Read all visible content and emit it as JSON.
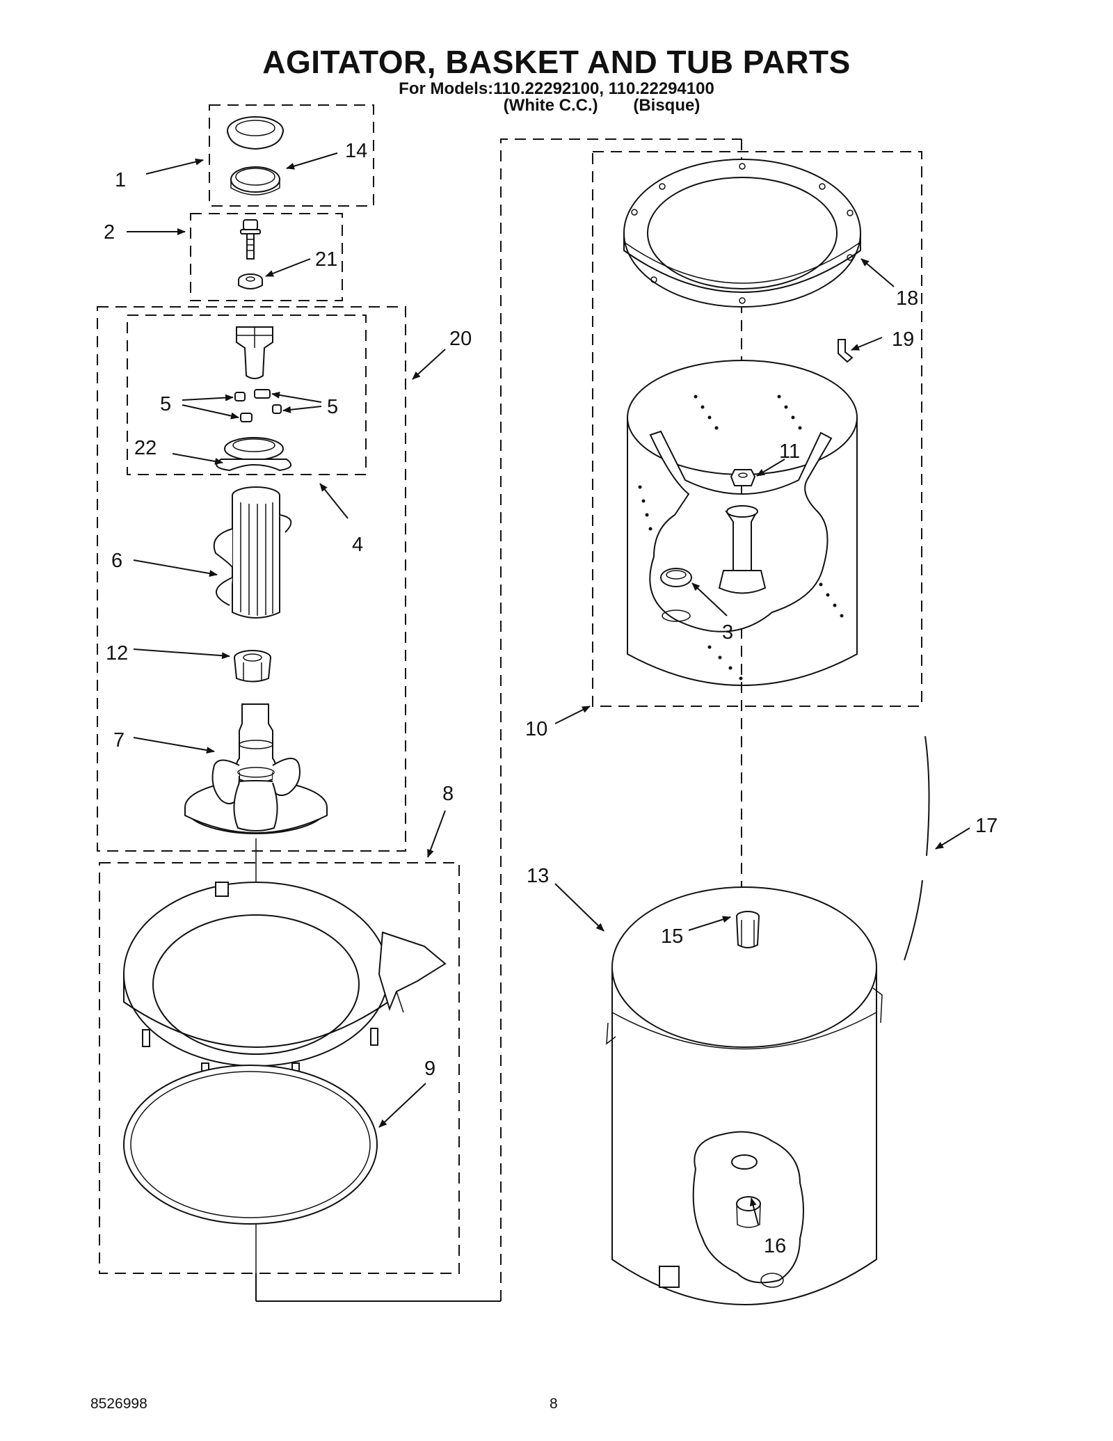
{
  "page": {
    "title": "AGITATOR, BASKET AND TUB PARTS",
    "models_line": "For Models:110.22292100, 110.22294100",
    "color_white": "(White C.C.)",
    "color_bisque": "(Bisque)",
    "doc_number": "8526998",
    "page_number": "8"
  },
  "callouts": {
    "c1": "1",
    "c2": "2",
    "c3": "3",
    "c4": "4",
    "c5a": "5",
    "c5b": "5",
    "c6": "6",
    "c7": "7",
    "c8": "8",
    "c9": "9",
    "c10": "10",
    "c11": "11",
    "c12": "12",
    "c13": "13",
    "c14": "14",
    "c15": "15",
    "c16": "16",
    "c17": "17",
    "c18": "18",
    "c19": "19",
    "c20": "20",
    "c21": "21",
    "c22": "22"
  }
}
